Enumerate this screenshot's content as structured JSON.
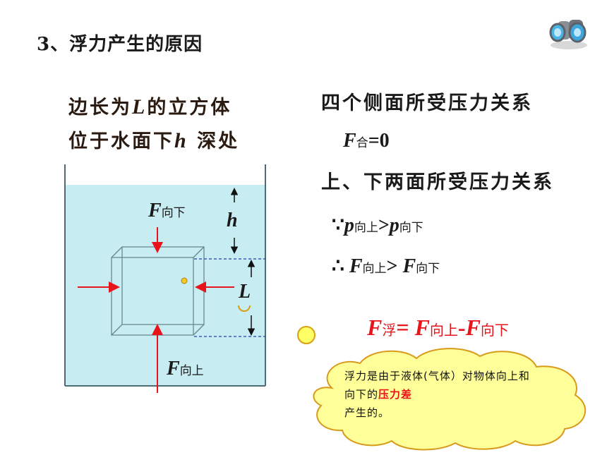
{
  "title": "3、浮力产生的原因",
  "left_text": {
    "line1_pre": "边长为",
    "line1_var": "L",
    "line1_post": "的立方体",
    "line2_pre": "位于水面下",
    "line2_var": "h",
    "line2_post": " 深处"
  },
  "diagram": {
    "force_down": {
      "symbol": "F",
      "sub": "向下"
    },
    "force_up": {
      "symbol": "F",
      "sub": "向上"
    },
    "depth_label": "h",
    "edge_label": "L"
  },
  "right": {
    "side_relation": "四个侧面所受压力关系",
    "net_force": {
      "symbol": "F",
      "sub": "合",
      "rest": "=0"
    },
    "tb_relation": "上、下两面所受压力关系",
    "pressure_line": {
      "because": "∵",
      "p": "p",
      "sub_up": "向上",
      "gt": ">",
      "sub_down": "向下"
    },
    "force_line": {
      "therefore": "∴",
      "F": "F",
      "sub_up": "向上",
      "gt": ">",
      "sub_down": "向下"
    },
    "buoyancy": {
      "F": "F",
      "sub_buoy": "浮",
      "eq": "=",
      "sub_up": "向上",
      "minus": "-",
      "sub_down": "向下"
    }
  },
  "cloud": {
    "text_pre": "浮力是由于液体(气体）对物体向上和向下的",
    "text_emph": "压力差",
    "text_post": "产生的。"
  },
  "colors": {
    "water": "#c7ecf2",
    "arrow_red": "#e8141c",
    "dashed_blue": "#1f3fb0",
    "cloud_fill": "#ffff99",
    "cloud_stroke": "#d89a1a",
    "bubble": "#f7c629"
  },
  "icons": [
    "binoculars-icon"
  ]
}
